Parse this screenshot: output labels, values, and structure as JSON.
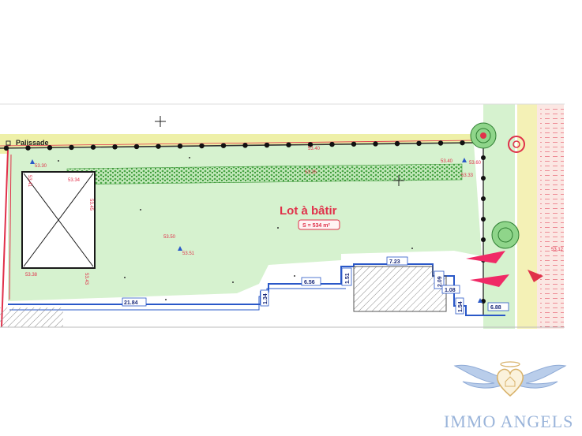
{
  "plan": {
    "lot_title": "Lot à bâtir",
    "lot_surface": "S = 534 m²",
    "palissade_label": "Palissade",
    "dimensions": {
      "front_length": "21.84",
      "recess_width": "6.56",
      "step_a": "1.51",
      "step_b": "1.34",
      "garage_width": "7.23",
      "side_a": "2.09",
      "side_b": "1.08",
      "side_c": "1.54",
      "entrance": "6.88"
    },
    "levels": {
      "top_left": "53.30",
      "top_mid": "53.40",
      "top_right": "53.40",
      "right_a": "53.33",
      "right_b": "53.60",
      "center_a": "53.50",
      "center_b": "53.51",
      "hedge_left": "53.34",
      "hedge_mid": "53.35",
      "box_left": "53.41",
      "box_right": "53.45",
      "bottom_left": "53.38",
      "bottom_right": "53.43",
      "far_right": "53.12"
    },
    "colors": {
      "boundary_red": "#e0314a",
      "boundary_blue": "#2a58c8",
      "fence_yellow": "#eef0a8",
      "lawn_green": "#d6f2cf",
      "hedge_green": "#5fb85a",
      "hatch_gray": "#7a7a7a",
      "arrow_red": "#f02a66"
    }
  },
  "brand": {
    "name": "IMMO ANGELS",
    "logo": "angel-wings-heart-house-logo"
  }
}
